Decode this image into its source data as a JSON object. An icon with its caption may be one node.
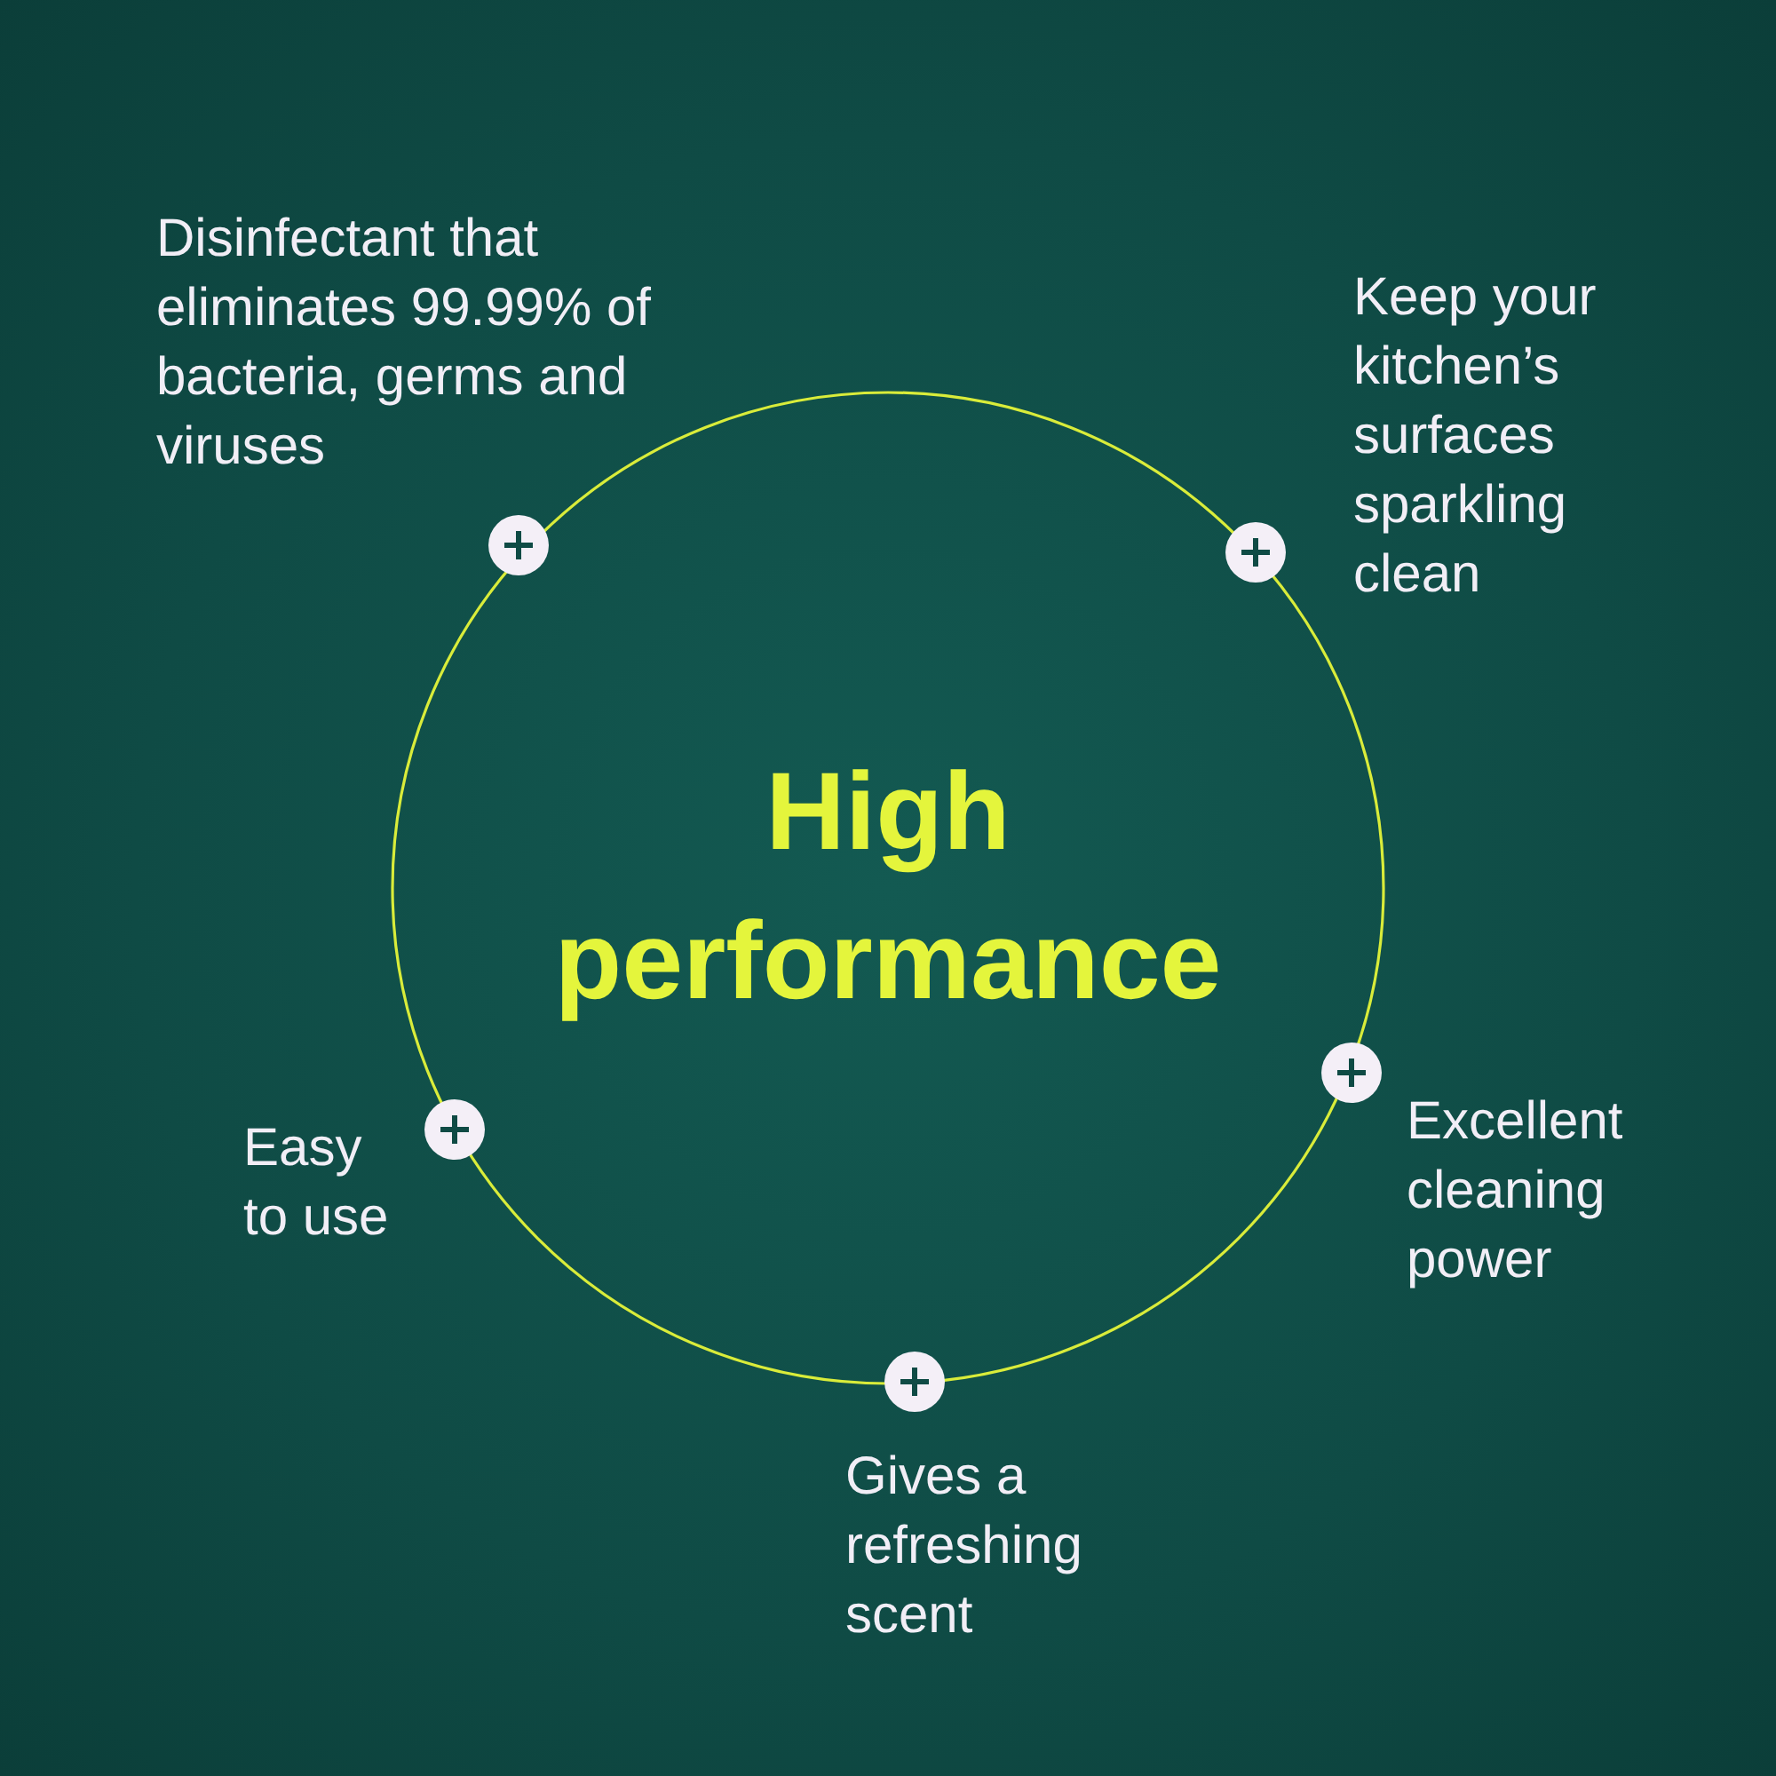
{
  "diagram": {
    "nodes": [
      {
        "text": [
          "High performance"
        ]
      },
      {
        "text": [],
        "shape": "circle",
        "beside": [
          "Disinfectant that eliminates 99.99% of bacteria, germs and viruses"
        ]
      },
      {
        "text": [],
        "shape": "circle",
        "beside": [
          "Keep your kitchen’s surfaces sparkling clean"
        ]
      },
      {
        "text": [],
        "shape": "circle",
        "beside": [
          "Easy to use"
        ]
      },
      {
        "text": [],
        "shape": "circle",
        "beside": [
          "Excellent cleaning power"
        ]
      },
      {
        "text": [],
        "shape": "circle",
        "beside": [
          "Gives a refreshing scent"
        ]
      }
    ]
  }
}
